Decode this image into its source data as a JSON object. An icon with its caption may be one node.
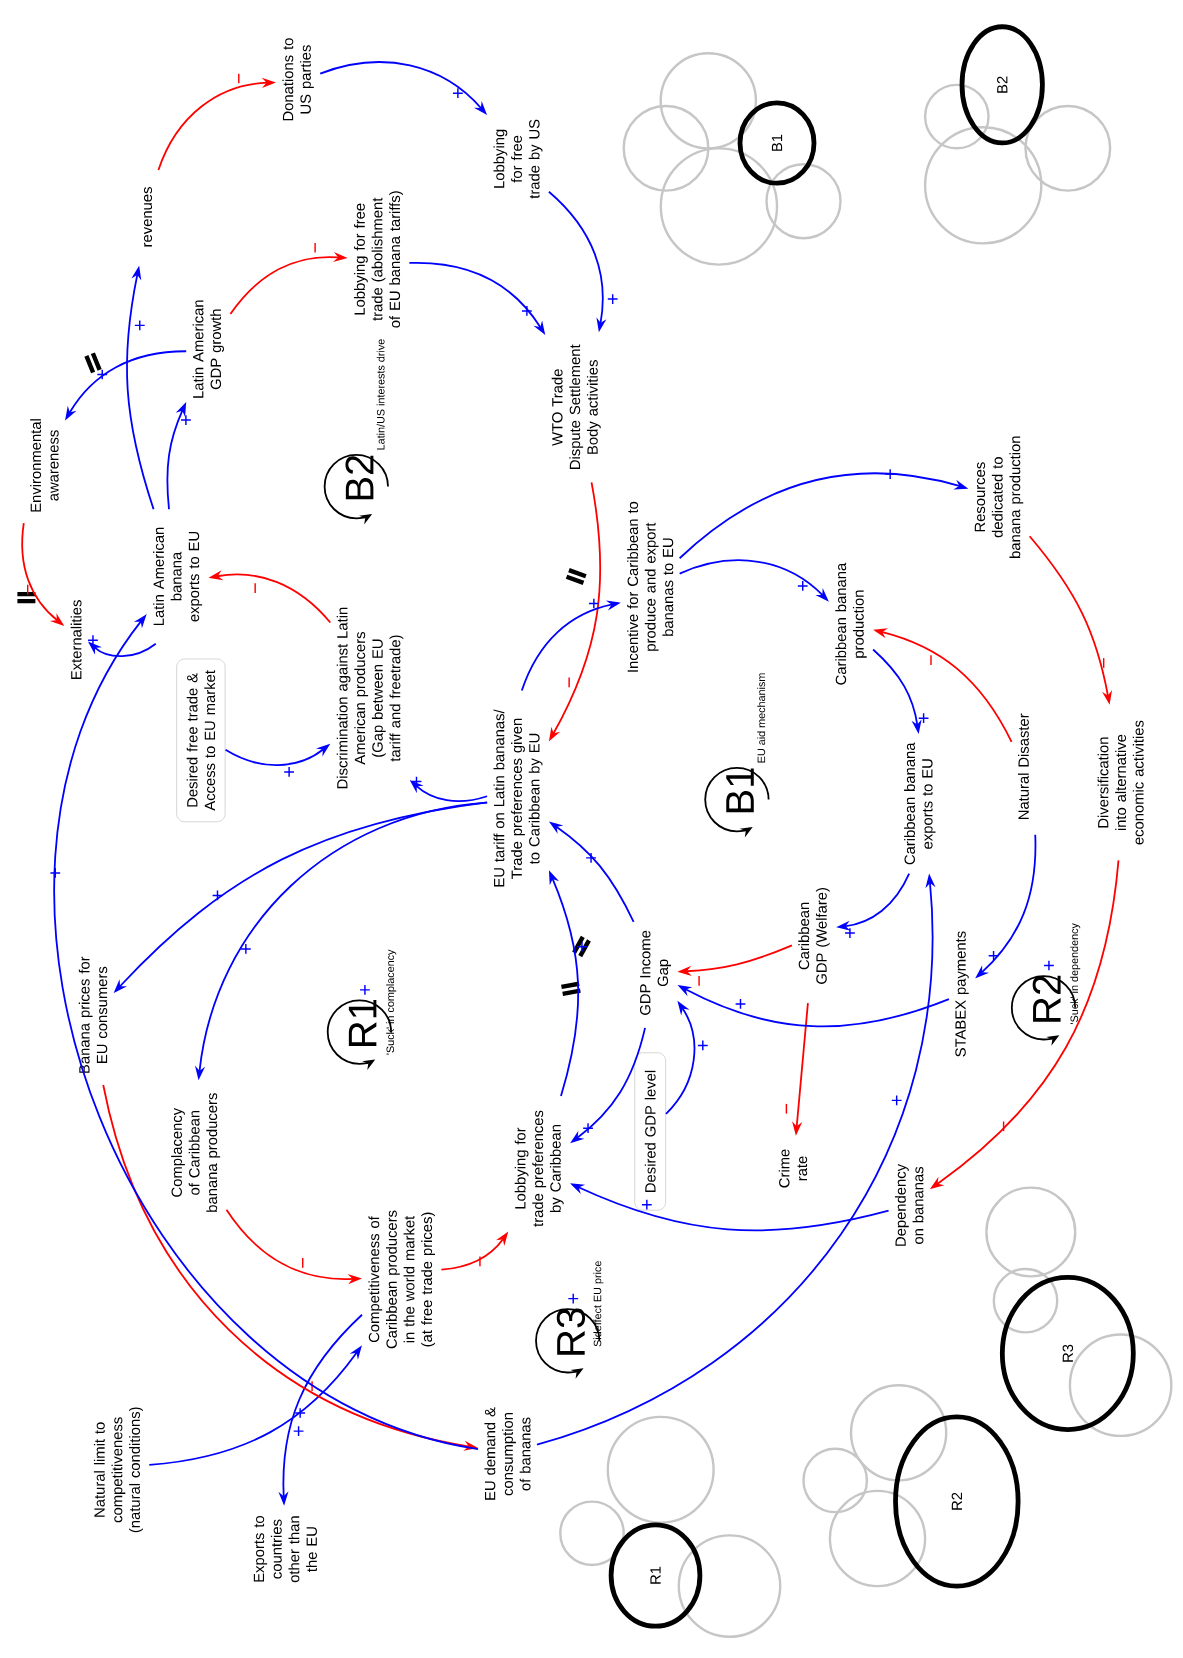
{
  "diagram": {
    "nodes": [
      {
        "text": [
          "Donations to US parties"
        ]
      },
      {
        "text": [
          "Lobbying for free trade by US"
        ]
      },
      {
        "text": [
          "revenues"
        ]
      },
      {
        "text": [
          "Lobbying for free trade (abolishment of EU banana tariffs)"
        ]
      },
      {
        "text": [
          "Environmental awareness"
        ]
      },
      {
        "text": [
          "Latin American GDP growth"
        ]
      },
      {
        "text": [
          "WTO Trade Dispute Settlement Body activities"
        ]
      },
      {
        "text": [
          "Externalities"
        ]
      },
      {
        "text": [
          "Latin American banana exports to EU"
        ]
      },
      {
        "text": [
          "Resources dedicated to banana production"
        ]
      },
      {
        "text": [
          "Incentive for Caribbean to produce and export bananas to EU"
        ]
      },
      {
        "text": [
          "Desired free trade & Access to EU market"
        ]
      },
      {
        "text": [
          "Discrimination against Latin American producers (Gap between EU tariff and freetrade)"
        ]
      },
      {
        "text": [
          "Caribbean banana production"
        ]
      },
      {
        "text": [
          "EU tariff on Latin bananas/ Trade preferences given to Caribbean by EU"
        ]
      },
      {
        "text": [
          "Natural Disaster"
        ]
      },
      {
        "text": [
          "Diversification into alternative economic activities"
        ]
      },
      {
        "text": [
          "Caribbean banana exports to EU"
        ]
      },
      {
        "text": [
          "Banana prices for EU consumers"
        ]
      },
      {
        "text": [
          "Caribbean GDP (Welfare)"
        ]
      },
      {
        "text": [
          "GDP Income Gap"
        ]
      },
      {
        "text": [
          "STABEX payments"
        ]
      },
      {
        "text": [
          "Complacency of Caribbean banana producers"
        ]
      },
      {
        "text": [
          "Desired GDP level"
        ]
      },
      {
        "text": [
          "Crime rate"
        ]
      },
      {
        "text": [
          "Lobbying for trade preferences by Caribbean"
        ]
      },
      {
        "text": [
          "Dependency on bananas"
        ]
      },
      {
        "text": [
          "Competitiveness of Caribbean producers in the world market (at free trade prices)"
        ]
      },
      {
        "text": [
          "Natural limit to competitiveness (natural conditions)"
        ]
      },
      {
        "text": [
          "EU demand & consumption of bananas"
        ]
      },
      {
        "text": [
          "Exports to countries other than the EU"
        ]
      }
    ],
    "edges": [
      {
        "from": 2,
        "to": 0,
        "arrow": "to",
        "label": "−",
        "color": "#ff0000"
      },
      {
        "from": 0,
        "to": 1,
        "arrow": "to",
        "label": "+"
      },
      {
        "from": 1,
        "to": 6,
        "arrow": "to",
        "label": "+"
      },
      {
        "from": 5,
        "to": 3,
        "arrow": "to",
        "label": "−",
        "color": "#ff0000"
      },
      {
        "from": 3,
        "to": 6,
        "arrow": "to",
        "label": "+"
      },
      {
        "from": 8,
        "to": 2,
        "arrow": "to",
        "label": "+"
      },
      {
        "from": 8,
        "to": 5,
        "arrow": "to",
        "label": "+"
      },
      {
        "from": 5,
        "to": 4,
        "arrow": "to",
        "label": "+"
      },
      {
        "from": 4,
        "to": 7,
        "arrow": "to",
        "label": "−",
        "color": "#ff0000"
      },
      {
        "from": 8,
        "to": 7,
        "arrow": "to",
        "label": "+"
      },
      {
        "from": 6,
        "to": 14,
        "arrow": "to",
        "label": "−",
        "color": "#ff0000"
      },
      {
        "from": 14,
        "to": 10,
        "arrow": "to",
        "label": "+"
      },
      {
        "from": 10,
        "to": 13,
        "arrow": "to",
        "label": "+"
      },
      {
        "from": 10,
        "to": 9,
        "arrow": "to",
        "label": "+"
      },
      {
        "from": 9,
        "to": 16,
        "arrow": "to",
        "label": "−",
        "color": "#ff0000"
      },
      {
        "from": 16,
        "to": 26,
        "arrow": "to",
        "label": "−",
        "color": "#ff0000"
      },
      {
        "from": 15,
        "to": 13,
        "arrow": "to",
        "label": "−",
        "color": "#ff0000"
      },
      {
        "from": 15,
        "to": 21,
        "arrow": "to",
        "label": "+"
      },
      {
        "from": 13,
        "to": 17,
        "arrow": "to",
        "label": "+"
      },
      {
        "from": 17,
        "to": 19,
        "arrow": "to",
        "label": "+"
      },
      {
        "from": 19,
        "to": 20,
        "arrow": "to",
        "label": "−",
        "color": "#ff0000"
      },
      {
        "from": 19,
        "to": 24,
        "arrow": "to",
        "label": "−",
        "color": "#ff0000"
      },
      {
        "from": 21,
        "to": 20,
        "arrow": "to",
        "label": "+"
      },
      {
        "from": 23,
        "to": 20,
        "arrow": "to",
        "label": "+"
      },
      {
        "from": 20,
        "to": 14,
        "arrow": "to",
        "label": "+"
      },
      {
        "from": 20,
        "to": 25,
        "arrow": "to",
        "label": "+"
      },
      {
        "from": 25,
        "to": 14,
        "arrow": "to",
        "label": "+"
      },
      {
        "from": 14,
        "to": 12,
        "arrow": "to",
        "label": "+"
      },
      {
        "from": 11,
        "to": 12,
        "arrow": "to",
        "label": "+"
      },
      {
        "from": 12,
        "to": 8,
        "arrow": "to",
        "label": "−",
        "color": "#ff0000"
      },
      {
        "from": 14,
        "to": 18,
        "arrow": "to",
        "label": "+"
      },
      {
        "from": 14,
        "to": 22,
        "arrow": "to",
        "label": "+"
      },
      {
        "from": 22,
        "to": 27,
        "arrow": "to",
        "label": "−",
        "color": "#ff0000"
      },
      {
        "from": 27,
        "to": 25,
        "arrow": "to",
        "label": "−",
        "color": "#ff0000"
      },
      {
        "from": 28,
        "to": 27,
        "arrow": "to",
        "label": "+"
      },
      {
        "from": 27,
        "to": 30,
        "arrow": "to",
        "label": "+"
      },
      {
        "from": 18,
        "to": 29,
        "arrow": "to",
        "label": "−",
        "color": "#ff0000"
      },
      {
        "from": 29,
        "to": 8,
        "arrow": "to",
        "label": "+"
      },
      {
        "from": 26,
        "to": 25,
        "arrow": "to",
        "label": "+"
      },
      {
        "from": 29,
        "to": 17,
        "arrow": "to",
        "label": "+"
      }
    ],
    "labels": [
      "B2",
      "Latin/US interests drive",
      "B1",
      "EU aid mechanism",
      "R1",
      "+",
      "'Suck' in complacency",
      "R2",
      "+",
      "'Suck' in dependency",
      "R3",
      "+",
      "Sideffect EU price",
      "B1",
      "B2",
      "R3",
      "R2",
      "R1"
    ]
  }
}
